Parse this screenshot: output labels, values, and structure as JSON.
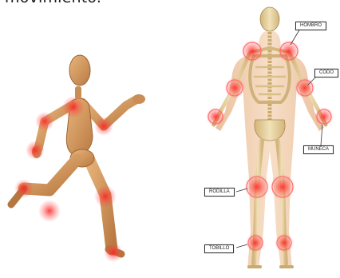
{
  "heading": "movimiento.",
  "labels": {
    "shoulder": "HOMBRO",
    "elbow": "CODO",
    "wrist": "MUÑECA",
    "knee": "RODILLA",
    "ankle": "TOBILLO"
  },
  "colors": {
    "wood": "#d9a46a",
    "wood_dark": "#a86f3d",
    "bone": "#e9d6a8",
    "skin": "#f2cfae",
    "joint_glow": "#ff2a2a"
  }
}
